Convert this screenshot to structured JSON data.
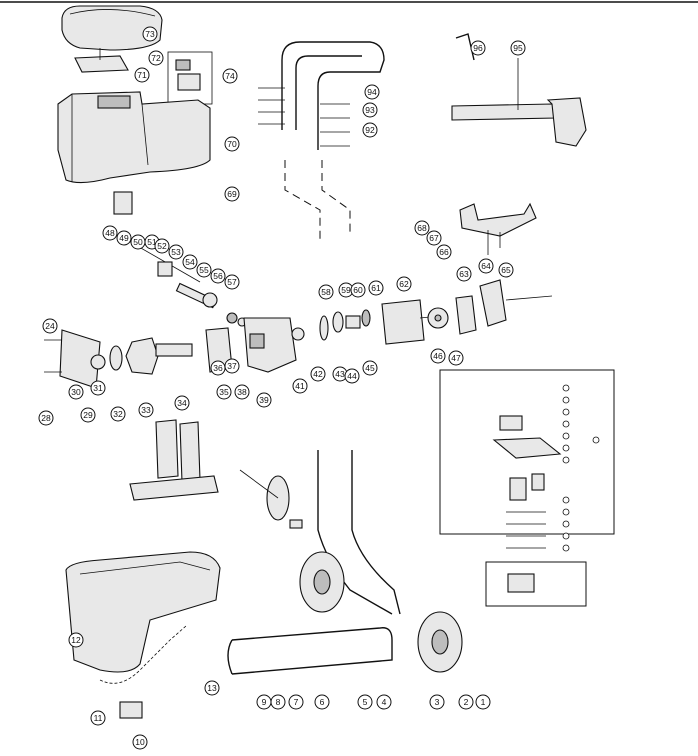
{
  "diagram": {
    "part_numbers": [
      "1",
      "2",
      "3",
      "4",
      "5",
      "6",
      "7",
      "8",
      "9",
      "10",
      "11",
      "12",
      "13",
      "24",
      "28",
      "29",
      "30",
      "31",
      "32",
      "33",
      "34",
      "35",
      "36",
      "37",
      "38",
      "39",
      "41",
      "42",
      "43",
      "44",
      "45",
      "46",
      "47",
      "48",
      "49",
      "50",
      "51",
      "52",
      "53",
      "54",
      "55",
      "56",
      "57",
      "58",
      "59",
      "60",
      "61",
      "62",
      "63",
      "64",
      "65",
      "66",
      "67",
      "68",
      "69",
      "70",
      "71",
      "72",
      "73",
      "74",
      "92",
      "93",
      "94",
      "95",
      "96"
    ]
  }
}
